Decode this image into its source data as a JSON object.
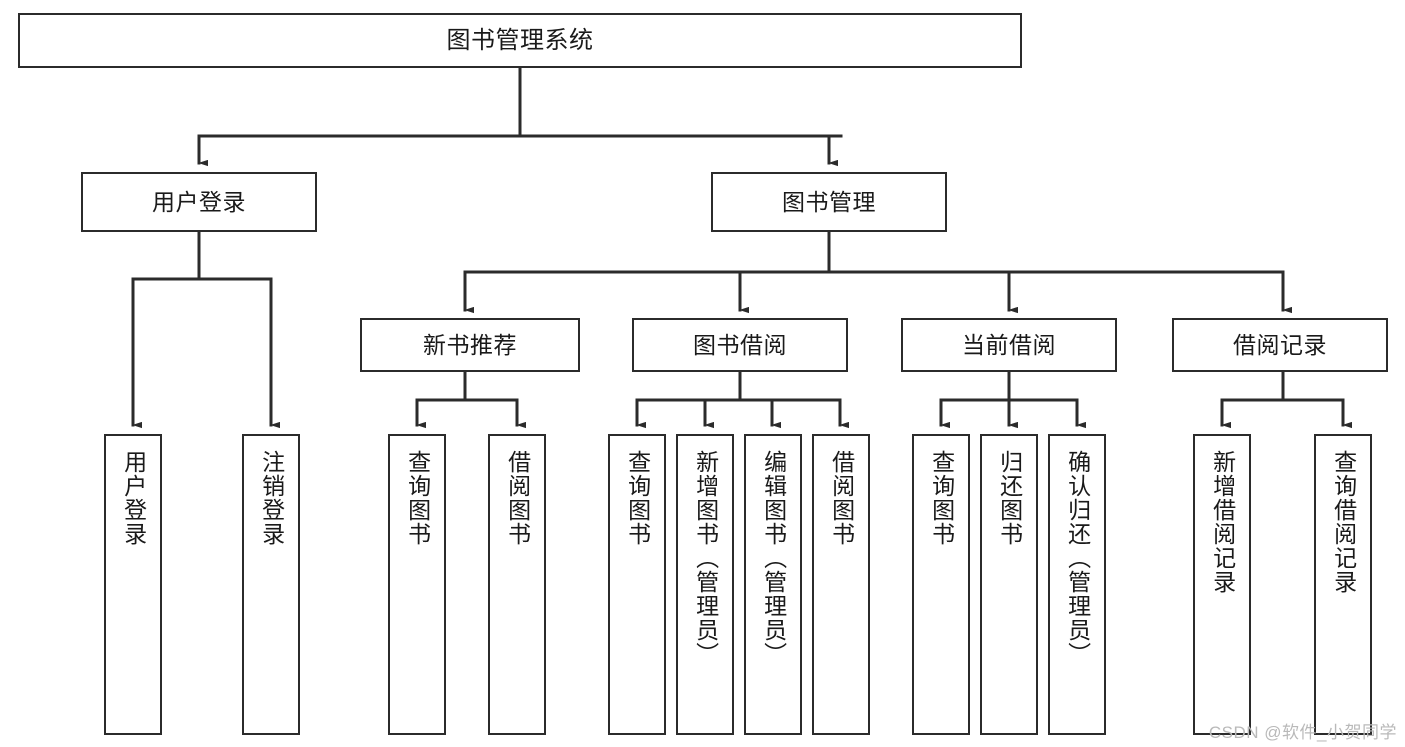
{
  "diagram": {
    "title_node": {
      "label": "图书管理系统"
    },
    "level2": [
      {
        "id": "user-login",
        "label": "用户登录"
      },
      {
        "id": "book-management",
        "label": "图书管理"
      }
    ],
    "level3": [
      {
        "id": "new-book-recommend",
        "label": "新书推荐"
      },
      {
        "id": "book-borrow",
        "label": "图书借阅"
      },
      {
        "id": "current-borrow",
        "label": "当前借阅"
      },
      {
        "id": "borrow-record",
        "label": "借阅记录"
      }
    ],
    "leaves": [
      {
        "id": "leaf-user-login",
        "label": "用户登录",
        "parent": "user-login"
      },
      {
        "id": "leaf-logout-login",
        "label": "注销登录",
        "parent": "user-login"
      },
      {
        "id": "leaf-query-book-1",
        "label": "查询图书",
        "parent": "new-book-recommend"
      },
      {
        "id": "leaf-borrow-book-1",
        "label": "借阅图书",
        "parent": "new-book-recommend"
      },
      {
        "id": "leaf-query-book-2",
        "label": "查询图书",
        "parent": "book-borrow"
      },
      {
        "id": "leaf-add-book",
        "label": "新增图书（管理员）",
        "parent": "book-borrow"
      },
      {
        "id": "leaf-edit-book",
        "label": "编辑图书（管理员）",
        "parent": "book-borrow"
      },
      {
        "id": "leaf-borrow-book-2",
        "label": "借阅图书",
        "parent": "book-borrow"
      },
      {
        "id": "leaf-query-book-3",
        "label": "查询图书",
        "parent": "current-borrow"
      },
      {
        "id": "leaf-return-book",
        "label": "归还图书",
        "parent": "current-borrow"
      },
      {
        "id": "leaf-confirm-return",
        "label": "确认归还（管理员）",
        "parent": "current-borrow"
      },
      {
        "id": "leaf-add-record",
        "label": "新增借阅记录",
        "parent": "borrow-record"
      },
      {
        "id": "leaf-query-record",
        "label": "查询借阅记录",
        "parent": "borrow-record"
      }
    ],
    "watermark": "CSDN @软件_小贺同学",
    "colors": {
      "stroke": "#2b2b2b",
      "background": "#ffffff",
      "text": "#1a1a1a",
      "watermark": "#b9b9b9"
    }
  }
}
